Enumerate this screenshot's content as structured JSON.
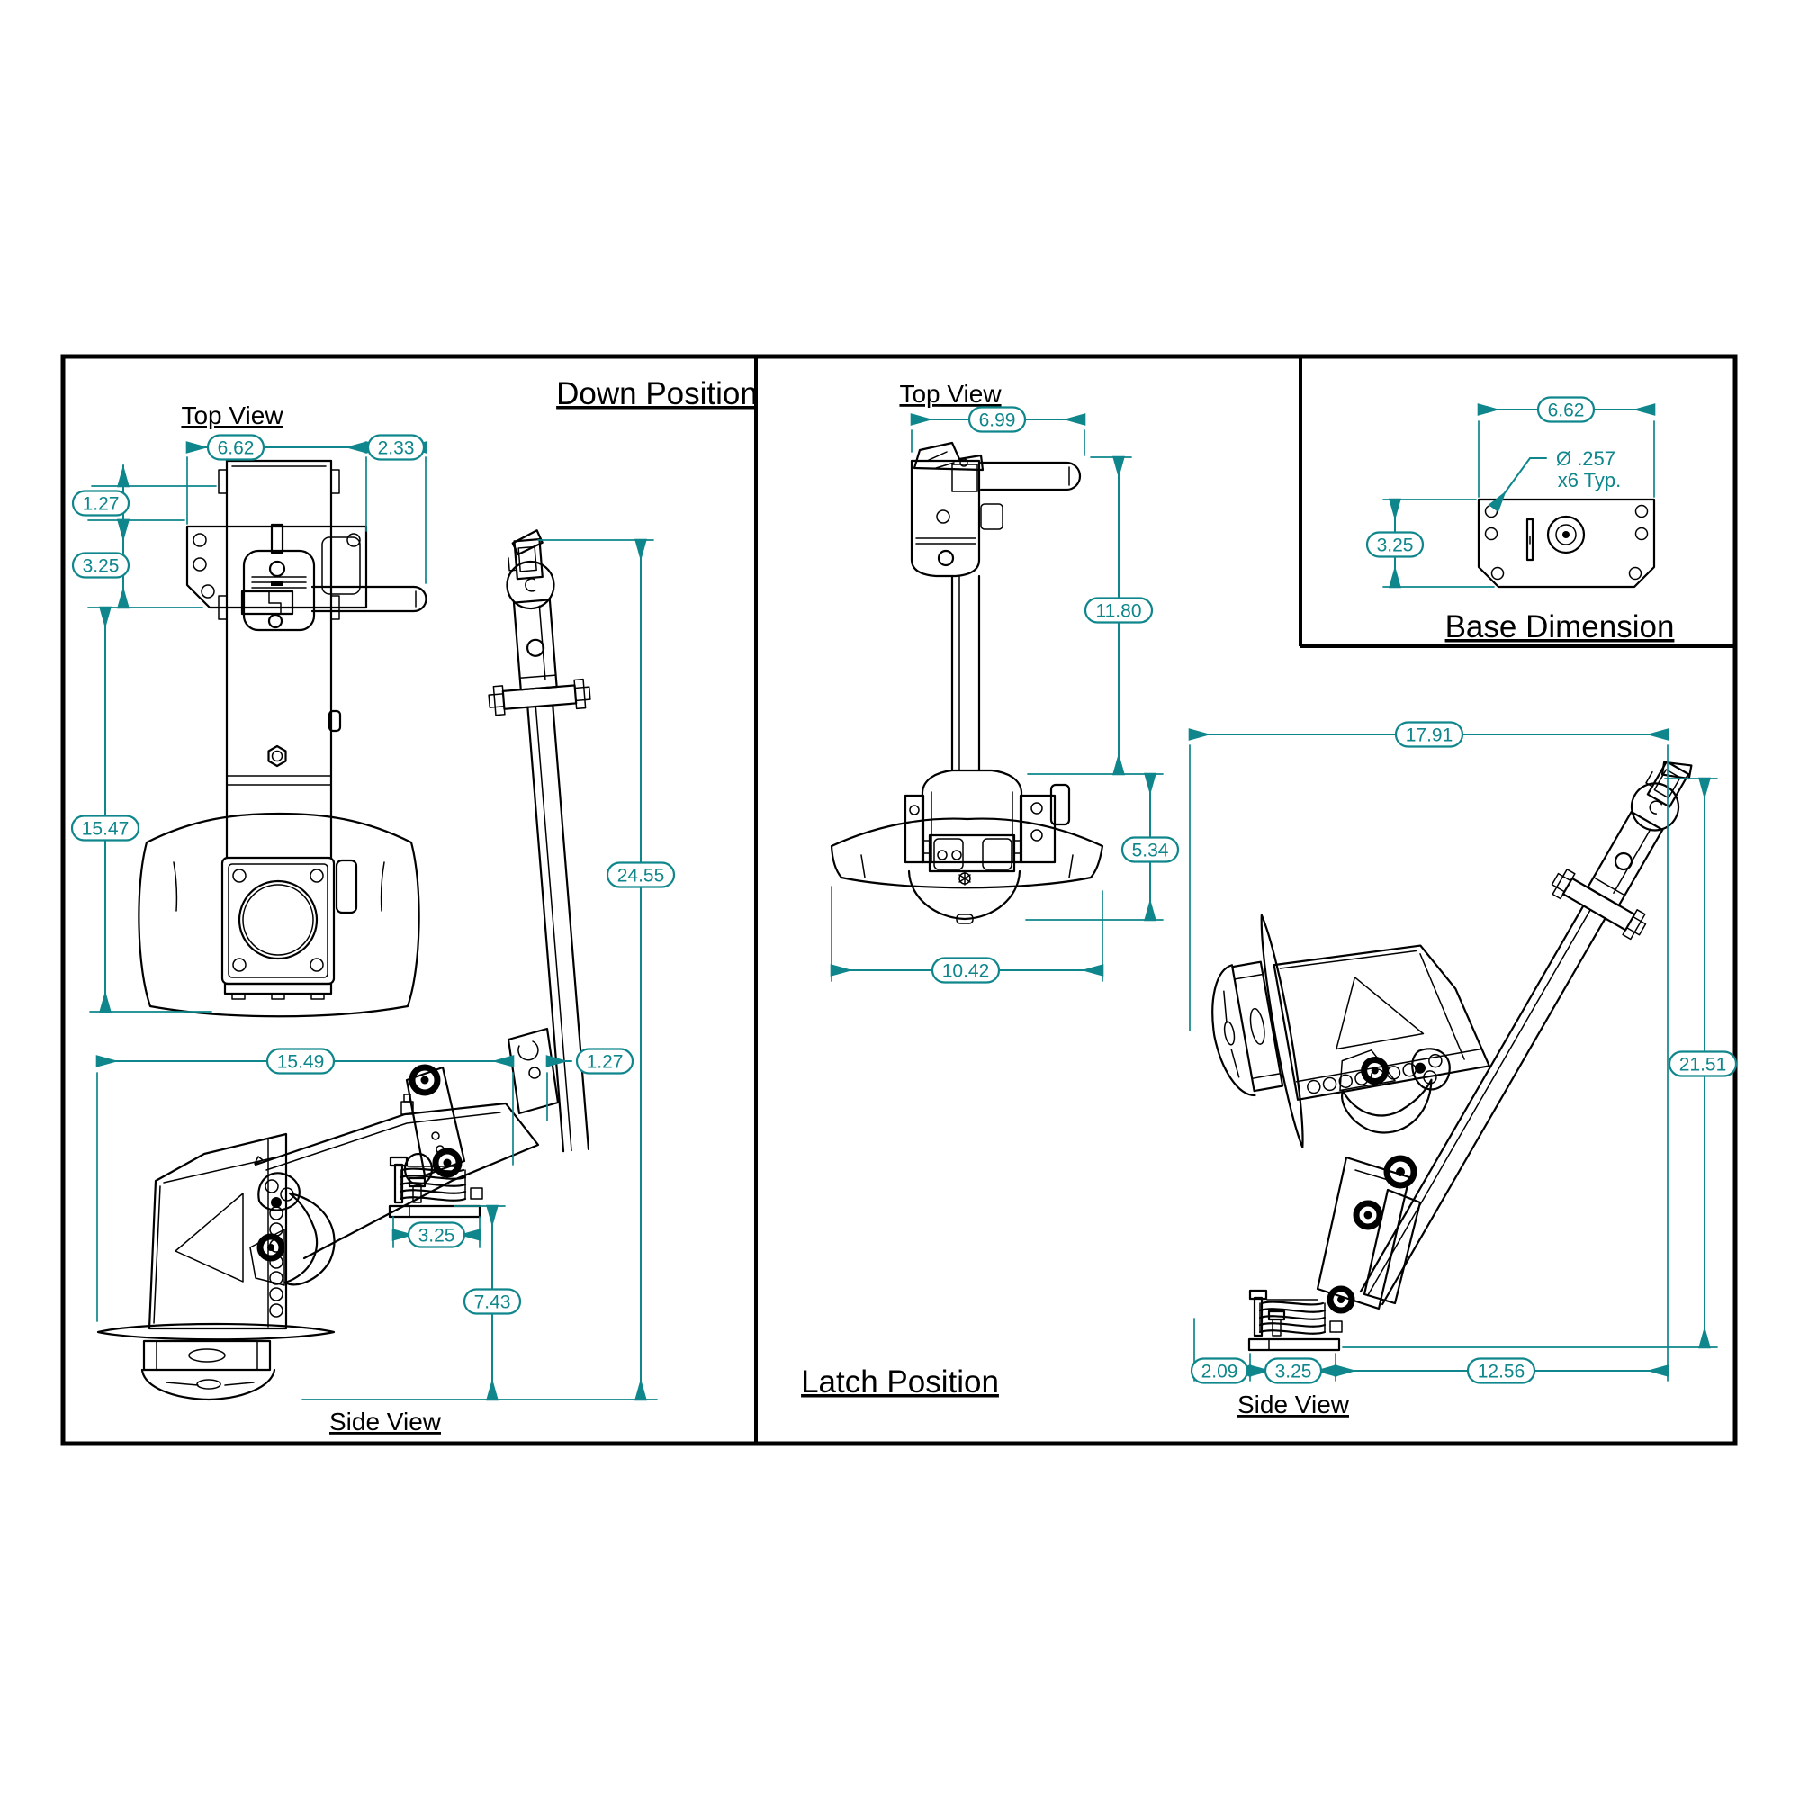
{
  "colors": {
    "dimension_teal": "#0E868B",
    "line_black": "#000000",
    "background": "#FFFFFF"
  },
  "titles": {
    "down": "Down Position",
    "latch": "Latch Position",
    "base": "Base Dimension"
  },
  "view_labels": {
    "down_top": "Top View",
    "down_side": "Side View",
    "latch_top": "Top View",
    "latch_side": "Side View"
  },
  "dimensions": {
    "down_top": {
      "plate_width": "6.62",
      "handle_extension": "2.33",
      "top_offset": "1.27",
      "plate_height": "3.25",
      "body_length": "15.47"
    },
    "down_side": {
      "horizontal_reach": "15.49",
      "pole_offset": "1.27",
      "overall_height": "24.55",
      "foot_width": "3.25",
      "base_height": "7.43"
    },
    "latch_top": {
      "head_width": "6.99",
      "upper_length": "11.80",
      "base_length": "5.34",
      "wing_span": "10.42"
    },
    "latch_side": {
      "horizontal_span": "17.91",
      "overall_height": "21.51",
      "rear_offset": "2.09",
      "foot_width": "3.25",
      "forward_reach": "12.56"
    },
    "base": {
      "plate_width": "6.62",
      "plate_height": "3.25",
      "hole_note_line1": "Ø .257",
      "hole_note_line2": "x6 Typ."
    }
  }
}
